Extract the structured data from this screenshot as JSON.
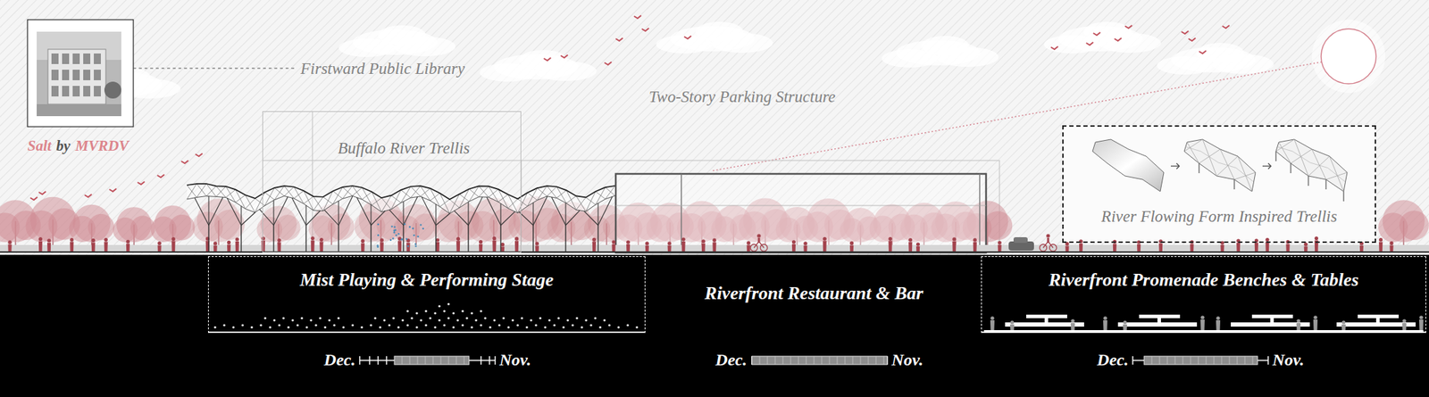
{
  "diagram": {
    "nodes": [
      {
        "text": [
          "Buffalo River Trellis"
        ]
      },
      {
        "text": [
          "River Flowing Form Inspired Trellis"
        ]
      },
      {
        "text": [
          "Mist Playing & Performing Stage"
        ]
      },
      {
        "text": [
          "Riverfront Promenade Benches & Tables"
        ]
      }
    ],
    "labels": [
      "Firstward Public Library",
      "Salt",
      "by",
      "MVRDV",
      "Two-Story Parking Structure",
      "Riverfront Restaurant & Bar",
      "Dec.",
      "Nov.",
      "Dec.",
      "Nov.",
      "Dec.",
      "Nov."
    ]
  }
}
